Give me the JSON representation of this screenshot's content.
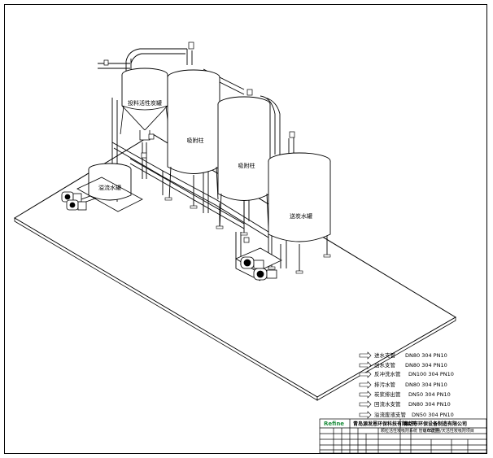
{
  "tanks": {
    "carbon_storage": "投料活性炭罐",
    "overflow": "溢流水罐",
    "adsorption_1": "吸附柱",
    "adsorption_2": "吸附柱",
    "delivery": "送炭水罐"
  },
  "legend": [
    {
      "label": "进水支管",
      "spec": "DN80  304  PN10"
    },
    {
      "label": "出水支管",
      "spec": "DN80  304  PN10"
    },
    {
      "label": "反冲洗水管",
      "spec": "DN100  304  PN10"
    },
    {
      "label": "排污水管",
      "spec": "DN80  304  PN10"
    },
    {
      "label": "炭浆排出管",
      "spec": "DN50  304  PN10"
    },
    {
      "label": "回流水支管",
      "spec": "DN80  304  PN10"
    },
    {
      "label": "溢流废液支管",
      "spec": "DN50  304  PN10"
    }
  ],
  "title_block": {
    "company": "青岛源发恩环保科技有限公司",
    "client": "潍坊市环保设备制造有限公司",
    "drawing_title": "颗粒活性炭吸附系统  管道布置图",
    "project": "0.05万吨/天活性炭吸附项目",
    "logo": "Refine"
  },
  "colors": {
    "line": "#000000",
    "accent": "#1a8c3a"
  }
}
